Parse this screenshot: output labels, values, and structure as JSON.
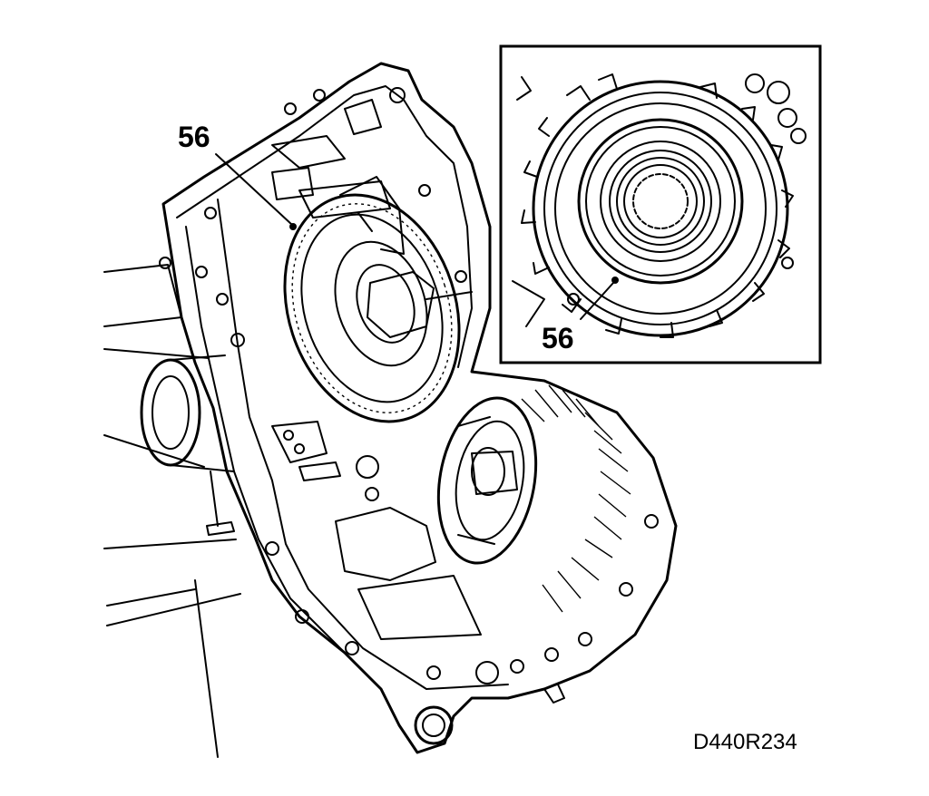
{
  "callouts": {
    "main": "56",
    "inset": "56"
  },
  "figure_code": "D440R234",
  "colors": {
    "ink": "#000000",
    "paper": "#ffffff"
  }
}
